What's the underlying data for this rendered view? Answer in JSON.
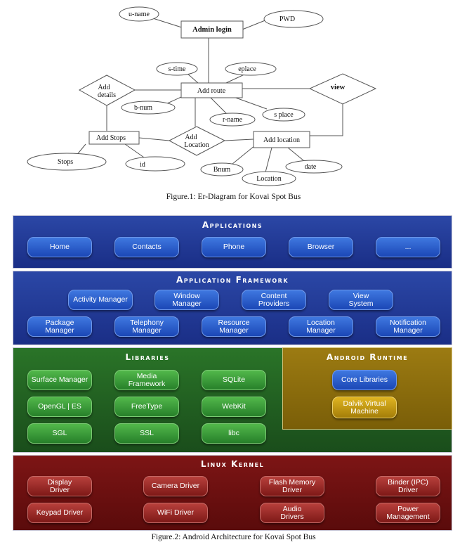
{
  "er_diagram": {
    "entities": {
      "admin_login": "Admin login",
      "add_route": "Add route",
      "add_stops": "Add Stops",
      "add_location": "Add location"
    },
    "relationships": {
      "add_details": "Add details",
      "view": "view",
      "add_location_rel": "Add Location"
    },
    "attributes": {
      "u_name": "u-name",
      "pwd": "PWD",
      "s_time": "s-time",
      "eplace": "eplace",
      "b_num": "b-num",
      "r_name": "r-name",
      "s_place": "s place",
      "stops": "Stops",
      "id": "id",
      "bnum": "Bnum",
      "location": "Location",
      "date": "date"
    },
    "caption": "Figure.1: Er-Diagram for Kovai Spot Bus"
  },
  "architecture": {
    "applications": {
      "title": "Applications",
      "items": [
        "Home",
        "Contacts",
        "Phone",
        "Browser",
        "..."
      ]
    },
    "framework": {
      "title": "Application Framework",
      "row1": [
        "Activity Manager",
        "Window\nManager",
        "Content\nProviders",
        "View\nSystem"
      ],
      "row2": [
        "Package Manager",
        "Telephony\nManager",
        "Resource\nManager",
        "Location\nManager",
        "Notification\nManager"
      ]
    },
    "libraries": {
      "title": "Libraries",
      "items": [
        "Surface Manager",
        "Media\nFramework",
        "SQLite",
        "OpenGL | ES",
        "FreeType",
        "WebKit",
        "SGL",
        "SSL",
        "libc"
      ]
    },
    "runtime": {
      "title": "Android Runtime",
      "items": [
        "Core Libraries",
        "Dalvik Virtual\nMachine"
      ]
    },
    "kernel": {
      "title": "Linux Kernel",
      "items": [
        "Display\nDriver",
        "Camera Driver",
        "Flash Memory\nDriver",
        "Binder (IPC)\nDriver",
        "Keypad Driver",
        "WiFi Driver",
        "Audio\nDrivers",
        "Power\nManagement"
      ]
    },
    "colors": {
      "applications": "#213b94",
      "framework": "#213b94",
      "libraries": "#1c5a1e",
      "runtime": "#8a6d0c",
      "kernel": "#6a0f0f"
    },
    "caption": "Figure.2: Android Architecture for Kovai Spot Bus"
  }
}
